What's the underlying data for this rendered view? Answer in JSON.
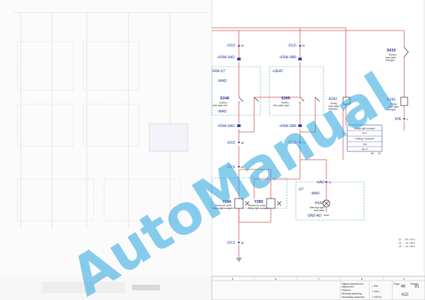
{
  "watermark": "AutoManual",
  "labels": {
    "x3d_left": "-X3.D",
    "x3d_left_pin": "66",
    "x3d_right": "-X3.D",
    "x3d_right_pin": "65",
    "fra_xad_top": "+FRA-XAD",
    "fra_xbr_top": "+FRA-XBR",
    "fra_u7": "FRA-U7",
    "seat": "+SEAT",
    "wad1": "-WAD",
    "wad2": "-WAD",
    "s348": "S348",
    "s348_desc1": "Switch,",
    "s348_desc2": "side plate left",
    "s365": "S365",
    "s365_desc1": "Switch,",
    "s365_desc2": "side plate right",
    "k242_mid": "-K242",
    "k242_mid_desc1": "Relay,",
    "k242_mid_desc2": "side plate",
    "k242_mid_desc3": "left/right",
    "fra_xad_mid": "+FRA-XAD",
    "fra_xbr_mid": "+FRA-XBR",
    "x3d_mid_left": "-X3.D",
    "x3d_mid_left_pin": "68",
    "x3d_mid_right": "-X3.D",
    "x3d_mid_right_pin": "71",
    "x3s_mid": "-X3.S",
    "x3s_mid_pin": "85",
    "xad": "-XAD",
    "xad_pin": "10",
    "u7": "-U7",
    "wad3": "-WAD",
    "h182": "-H182",
    "h182_desc1": "Warning light,",
    "h182_desc2": "side plate",
    "gnd_ad": "GND-AD",
    "y284": "Y284",
    "y284_desc1": "Solenoid valve,",
    "y284_desc2": "lifting right scraper",
    "y283": "Y283",
    "y283_desc1": "Solenoid valve,",
    "y283_desc2": "lifting right scraper",
    "x3s_bottom": "-X3.S",
    "x3s_bottom_pin": "86",
    "s415": "S415",
    "s415_desc1": "Switch,",
    "s415_desc2": "side plate",
    "s415_desc3": "left/right",
    "k242_right": "-K242",
    "k242_right_desc1": "Relay,",
    "k242_right_desc2": "side plate",
    "k242_right_desc3": "left/right",
    "xpe": "XPE",
    "xpe_pin": "4"
  },
  "plc_box": {
    "title": "Lifting right scraper",
    "line2": "PLV",
    "line3": "Drilling Controller",
    "line4": "-XM",
    "line5": "DI2.3",
    "pin_left": "A4",
    "pin_right": "14"
  },
  "cross_refs": [
    "11 → 14 / 24.4",
    "12 → 14 / 46.2",
    "13 → 14 / 46.3"
  ],
  "column_numbers": [
    "5",
    "6",
    "7",
    "8",
    "9"
  ],
  "title_block": {
    "desc1": "Digital side/selector",
    "desc2": "adjustment",
    "desc3": "Platform",
    "desc4": "Winding switching",
    "desc5": "electrically assemble",
    "code1": "= BM",
    "code2": "+ MILL",
    "code3": "+ EBOX",
    "page_label": "Page",
    "page_no": "46",
    "sheet_label": "Sheets",
    "sheet_no": "91",
    "doc_no": "410"
  },
  "colors": {
    "wire": "#d94848",
    "wire_blue": "#2d3fa6",
    "dash": "#4aa0a8",
    "grid": "#e6e6e6"
  }
}
